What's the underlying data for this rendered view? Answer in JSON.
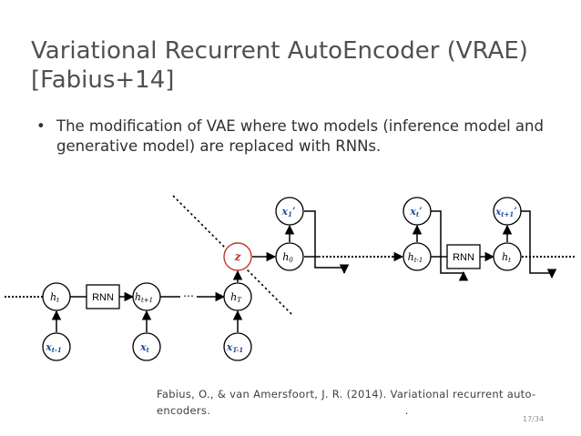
{
  "slide": {
    "title_line1": "Variational Recurrent AutoEncoder (VRAE)",
    "title_line2": "[Fabius+14]",
    "bullet_marker": "•",
    "bullet_text": "The modification of VAE where two models (inference model and generative model) are replaced with RNNs.",
    "citation_line1": "Fabius, O., & van Amersfoort, J. R. (2014). Variational recurrent auto-",
    "citation_line2": "encoders.                                                      .",
    "page_number": "17/34"
  },
  "diagram": {
    "encoder": {
      "h_t": "h",
      "h_t_sub": "t",
      "rnn_label": "RNN",
      "h_t1": "h",
      "h_t1_sub": "t+1",
      "ellipsis": "…",
      "h_T": "h",
      "h_T_sub": "T",
      "x_t1": "x",
      "x_t1_sub": "t-1",
      "x_t": "x",
      "x_t_sub": "t",
      "x_T1": "x",
      "x_T1_sub": "T-1"
    },
    "latent": {
      "z": "z",
      "color": "#c0392b"
    },
    "decoder": {
      "h0": "h",
      "h0_sub": "0",
      "x1": "x",
      "x1_sub": "1",
      "x1_prime": "’",
      "ht_1": "h",
      "ht_1_sub": "t-1",
      "rnn_label": "RNN",
      "ht": "h",
      "ht_sub": "t",
      "xt": "x",
      "xt_sub": "t",
      "xt_prime": "’",
      "xt1": "x",
      "xt1_sub": "t+1",
      "xt1_prime": "’"
    },
    "colors": {
      "node_label": "#1f4e9a",
      "stroke": "#000000",
      "latent": "#c0392b"
    }
  }
}
